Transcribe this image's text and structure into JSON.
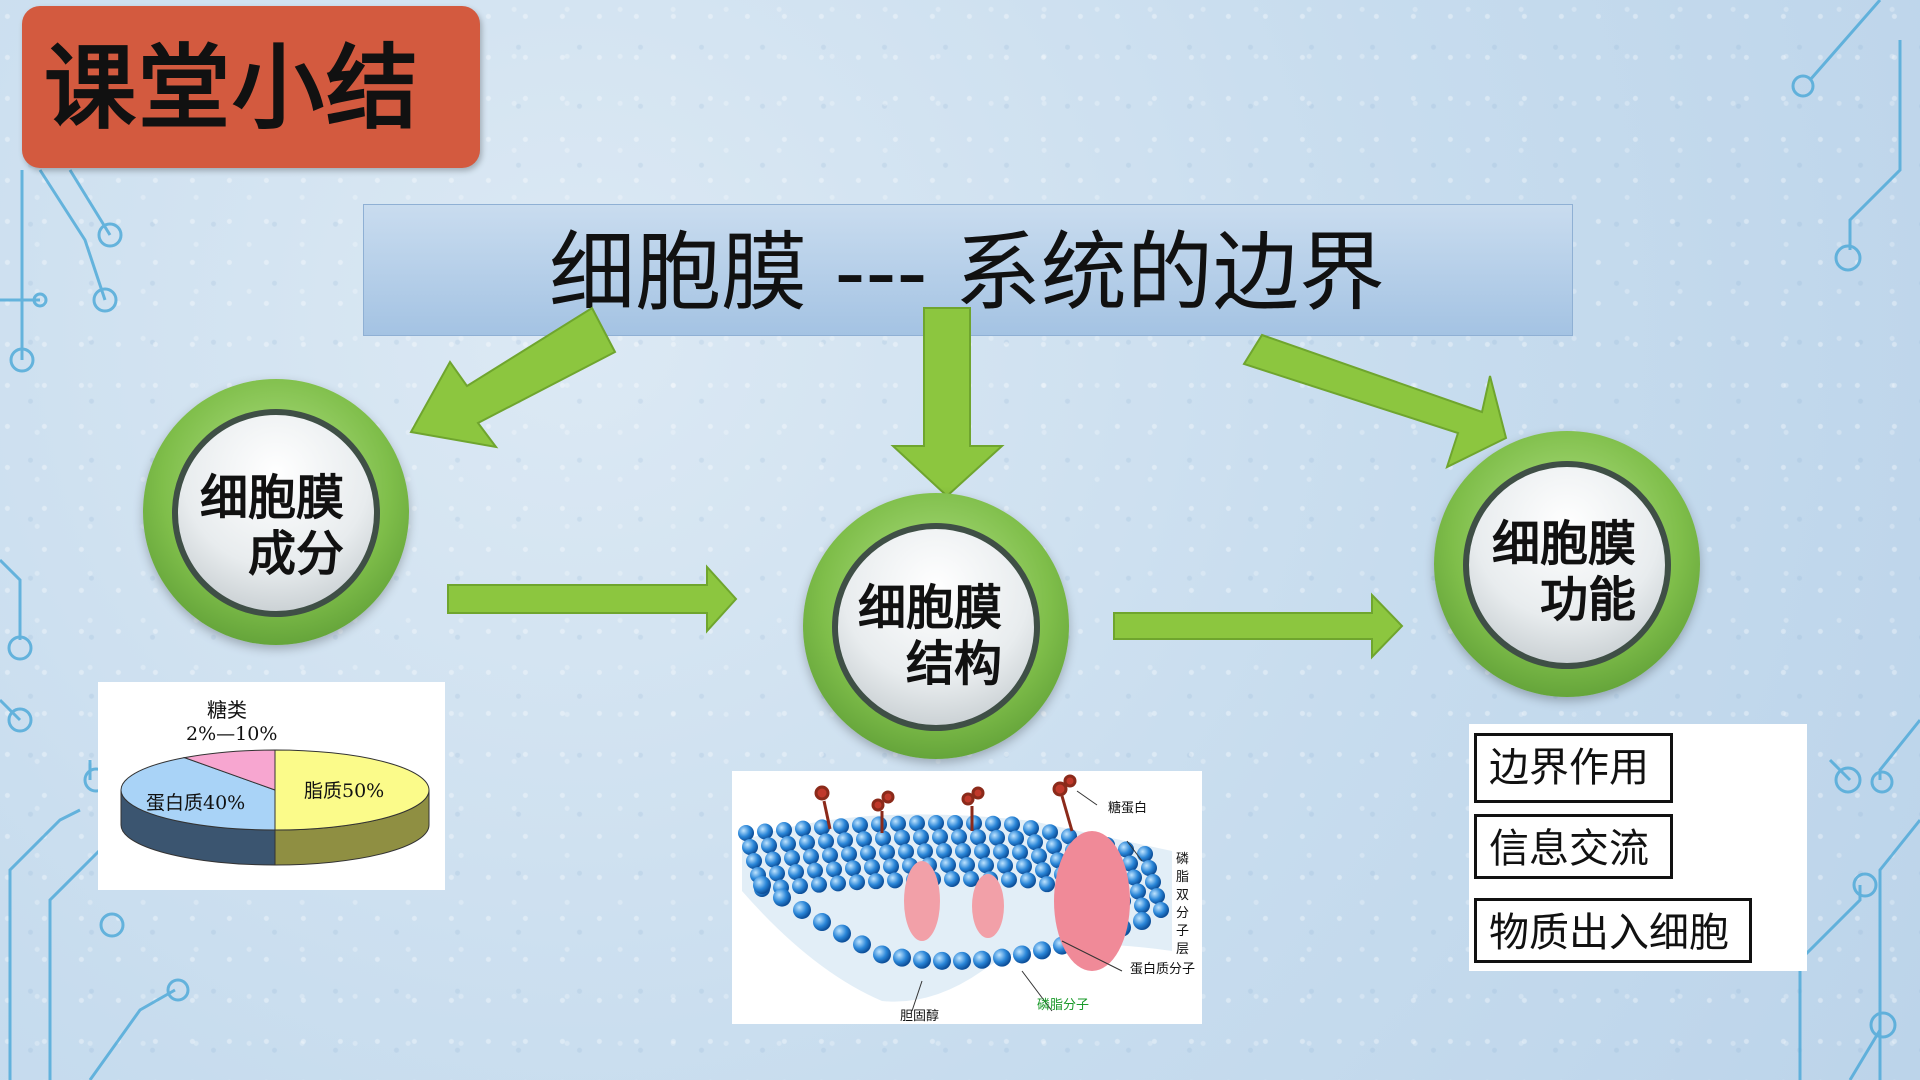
{
  "slide": {
    "title": "课堂小结",
    "header": "细胞膜 --- 系统的边界"
  },
  "nodes": {
    "composition": {
      "line1": "细胞膜",
      "line2": "成分"
    },
    "structure": {
      "line1": "细胞膜",
      "line2": "结构"
    },
    "function": {
      "line1": "细胞膜",
      "line2": "功能"
    }
  },
  "composition_chart": {
    "chart_data": {
      "type": "pie",
      "title": "",
      "categories": [
        "脂质",
        "蛋白质",
        "糖类"
      ],
      "values": [
        50,
        40,
        10
      ],
      "labels": [
        "脂质50%",
        "蛋白质40%",
        "2%—10%"
      ],
      "sugar_label": "糖类",
      "sugar_range": "2%—10%",
      "lipid_label": "脂质50%",
      "protein_label": "蛋白质40%",
      "colors": [
        "#fbfb8a",
        "#a9d3f7",
        "#f7a6d0"
      ]
    }
  },
  "membrane_labels": {
    "glycoprotein": "糖蛋白",
    "bilayer_1": "磷",
    "bilayer_2": "脂",
    "bilayer_3": "双",
    "bilayer_4": "分",
    "bilayer_5": "子",
    "bilayer_6": "层",
    "protein": "蛋白质分子",
    "cholesterol": "胆固醇",
    "phospholipid": "磷脂分子"
  },
  "functions": [
    "边界作用",
    "信息交流",
    "物质出入细胞"
  ],
  "colors": {
    "badge": "#d35a3f",
    "arrow": "#8cc63f",
    "node_ring": "#7fbe4a",
    "header_bar": "#b5cfe9"
  }
}
